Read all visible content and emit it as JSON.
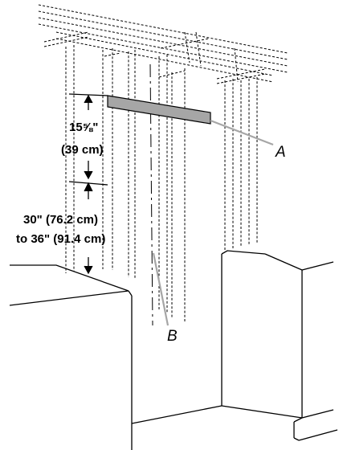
{
  "labels": {
    "dim_upper_line1": "15⅝\"",
    "dim_upper_line2": "(39 cm)",
    "dim_lower_line1": "30\" (76.2 cm)",
    "dim_lower_line2": "to 36\" (91.4 cm)",
    "callout_a": "A",
    "callout_b": "B"
  },
  "colors": {
    "bracket_fill": "#a6a6a6",
    "leader_line": "#a6a6a6",
    "line": "#000000",
    "background": "#ffffff"
  }
}
